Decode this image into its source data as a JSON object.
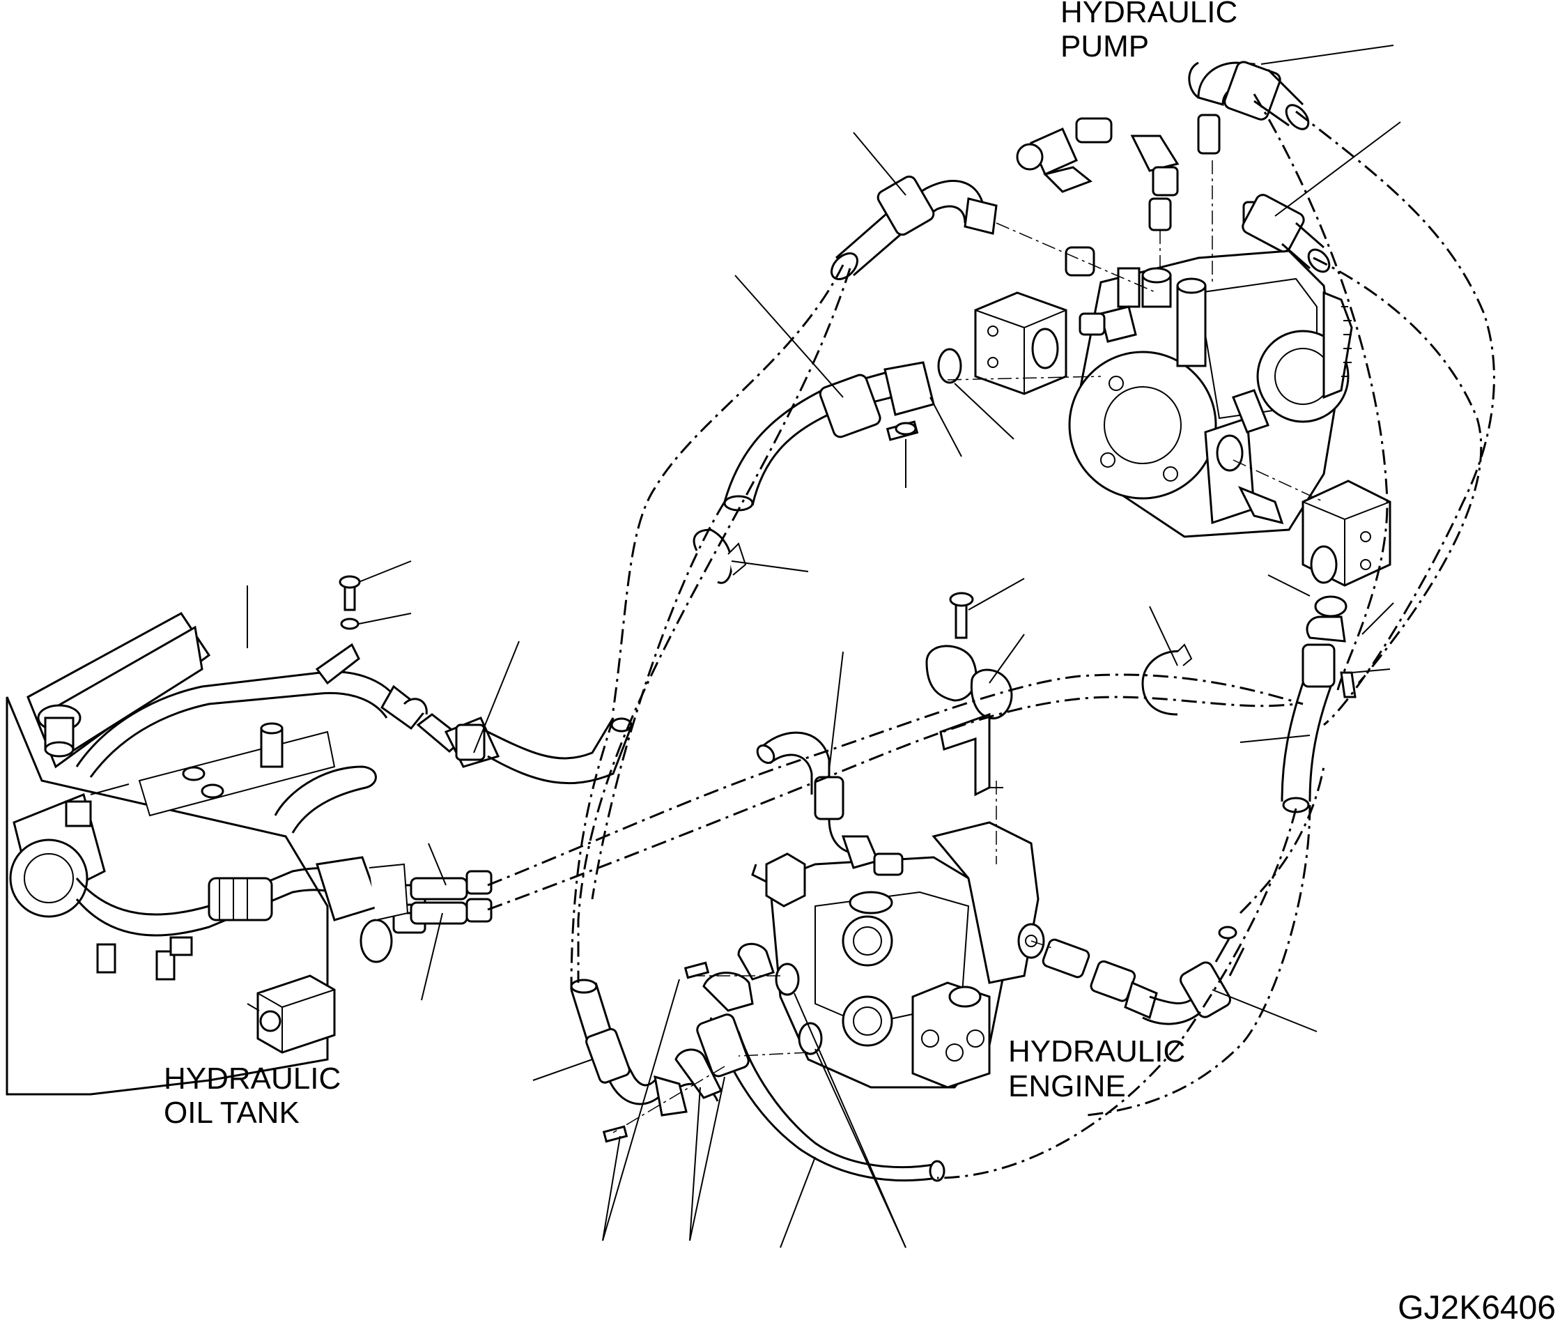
{
  "labels": {
    "pump_line1": "HYDRAULIC",
    "pump_line2": "PUMP",
    "tank_line1": "HYDRAULIC",
    "tank_line2": "OIL TANK",
    "engine_line1": "HYDRAULIC",
    "engine_line2": "ENGINE"
  },
  "figure_code": "GJ2K6406"
}
